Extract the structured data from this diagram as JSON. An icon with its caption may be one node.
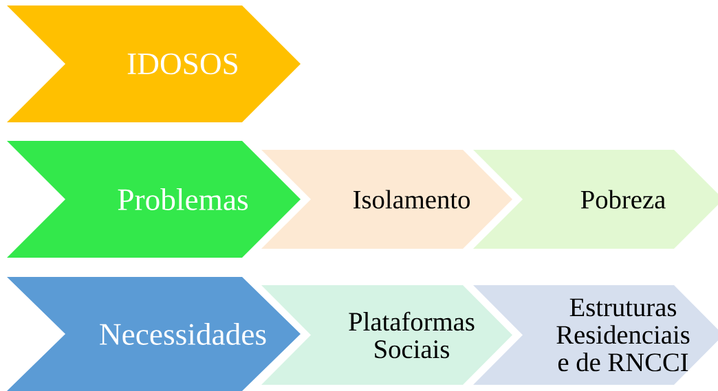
{
  "diagram": {
    "nodes": [
      {
        "text": [
          "IDOSOS"
        ]
      },
      {
        "text": [
          "Problemas"
        ]
      },
      {
        "text": [
          "Isolamento"
        ]
      },
      {
        "text": [
          "Pobreza"
        ]
      },
      {
        "text": [
          "Necessidades"
        ]
      },
      {
        "text": [
          "Plataformas Sociais"
        ]
      },
      {
        "text": [
          "Estruturas Residenciais e de RNCCI"
        ]
      }
    ]
  }
}
